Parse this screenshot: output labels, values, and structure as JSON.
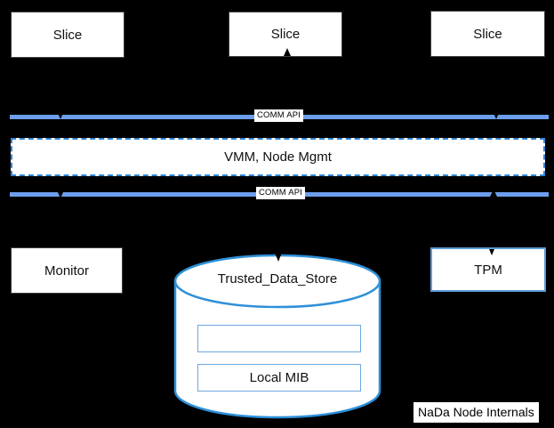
{
  "caption": {
    "text": "NaDa Node Internals"
  },
  "slices": [
    {
      "label": "Slice"
    },
    {
      "label": "Slice"
    },
    {
      "label": "Slice"
    }
  ],
  "comm_api": {
    "upper_label": "COMM API",
    "lower_label": "COMM API"
  },
  "vmm": {
    "label": "VMM, Node Mgmt"
  },
  "monitor": {
    "label": "Monitor"
  },
  "tpm": {
    "label": "TPM"
  },
  "data_store": {
    "title": "Trusted_Data_Store",
    "empty_slot_label": "",
    "local_mib_label": "Local MIB"
  },
  "colors": {
    "background": "#000000",
    "bar_blue": "#6D9EEB",
    "dashed_border_blue": "#2E86D6",
    "cylinder_blue": "#2E90D8",
    "tpm_border_blue": "#5B9BD5",
    "inner_rect_blue": "#6FA8DC",
    "box_border_dark": "#3F3F3F",
    "arrow_black": "#000000"
  }
}
